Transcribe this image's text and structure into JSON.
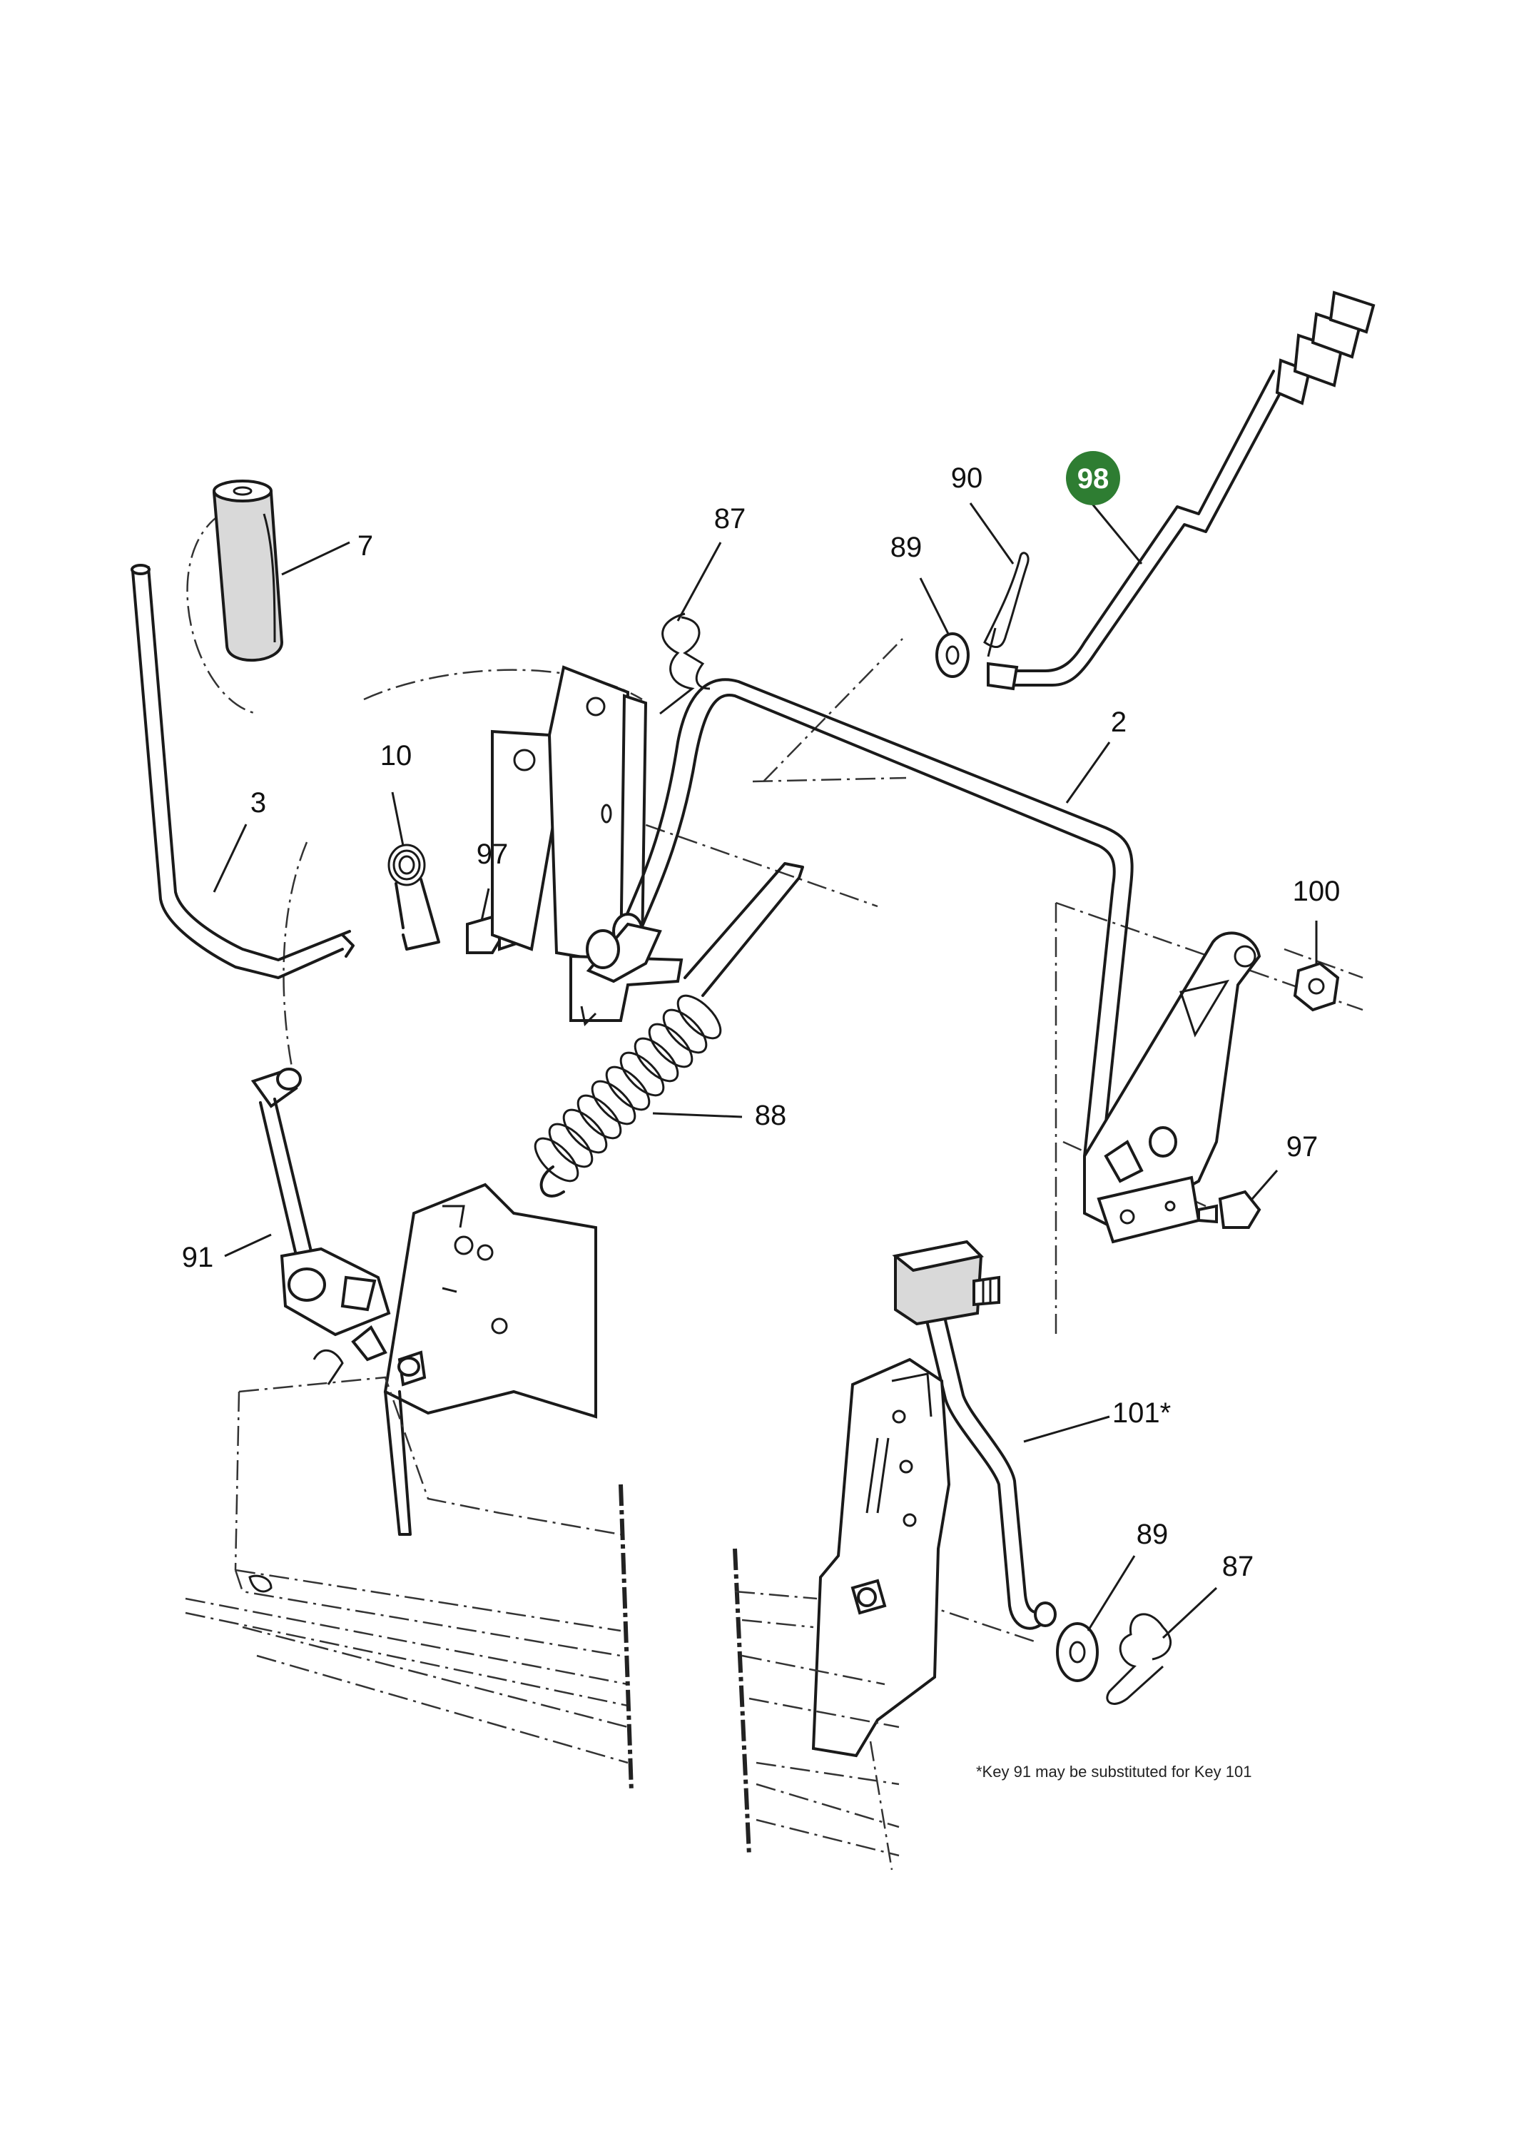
{
  "callouts": {
    "k98": "98",
    "k90": "90",
    "k87a": "87",
    "k89a": "89",
    "k7": "7",
    "k2": "2",
    "k10": "10",
    "k3": "3",
    "k97a": "97",
    "k100": "100",
    "k88": "88",
    "k97b": "97",
    "k91": "91",
    "k101": "101*",
    "k89b": "89",
    "k87b": "87"
  },
  "footnote": "*Key 91 may be substituted for Key 101",
  "colors": {
    "highlight_badge": "#2e7d32",
    "line": "#1a1a1a"
  }
}
